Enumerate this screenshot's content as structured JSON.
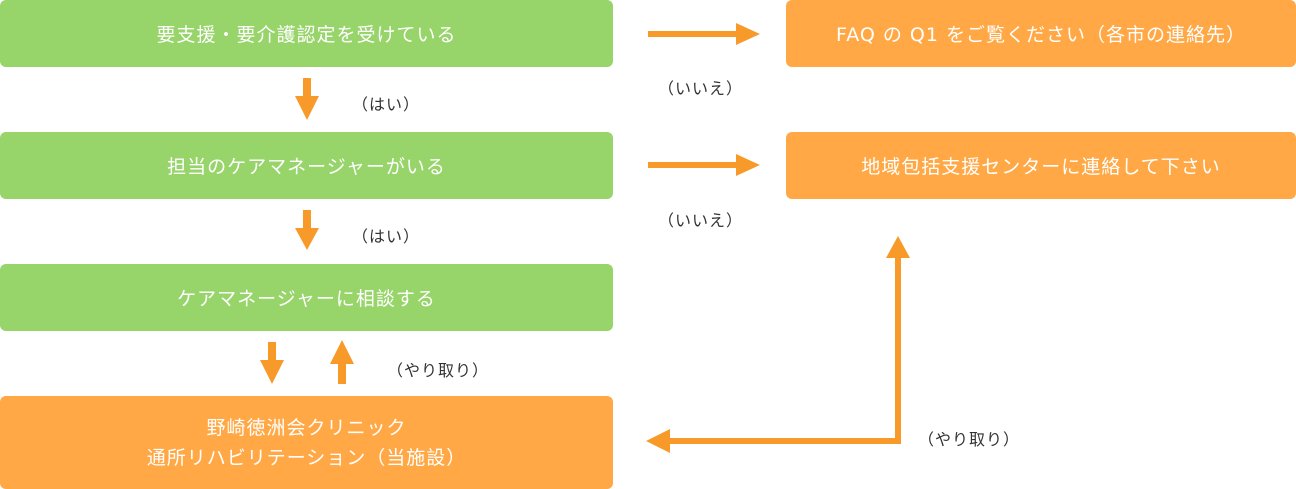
{
  "boxes": {
    "q1": "要支援・要介護認定を受けている",
    "q2": "担当のケアマネージャーがいる",
    "q3": "ケアマネージャーに相談する",
    "clinic_line1": "野崎徳洲会クリニック",
    "clinic_line2": "通所リハビリテーション（当施設）",
    "faq": "FAQ の Q1 をご覧ください（各市の連絡先）",
    "center": "地域包括支援センターに連絡して下さい"
  },
  "labels": {
    "yes1": "（はい）",
    "yes2": "（はい）",
    "no1": "（いいえ）",
    "no2": "（いいえ）",
    "exchange1": "（やり取り）",
    "exchange2": "（やり取り）"
  },
  "colors": {
    "green": "#97d46a",
    "orange": "#ffa845",
    "arrow": "#f89a2a"
  }
}
